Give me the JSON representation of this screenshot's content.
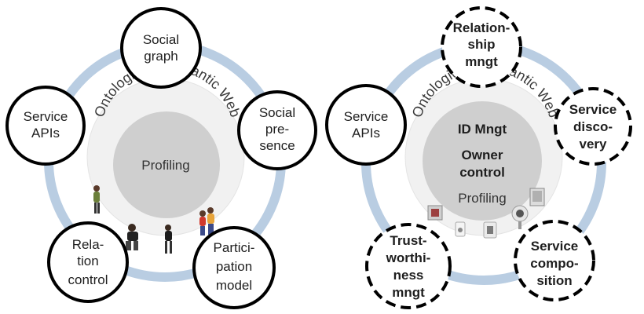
{
  "colors": {
    "ring": "#b9cde2",
    "halo": "#f1f1f1",
    "core": "#cfcfcf",
    "node_stroke": "#000000",
    "node_fill": "#ffffff",
    "text": "#1e1e1e"
  },
  "left": {
    "arc_text": "Ontologies - Semantic Web",
    "core_label": "Profiling",
    "nodes": {
      "social_graph": [
        "Social",
        "graph"
      ],
      "social_presence": [
        "Social",
        "pre-",
        "sence"
      ],
      "service_apis": [
        "Service",
        "APIs"
      ],
      "relation_control": [
        "Rela-",
        "tion",
        "control"
      ],
      "participation_model": [
        "Partici-",
        "pation",
        "model"
      ]
    }
  },
  "right": {
    "arc_text": "Ontologies - Semantic Web",
    "core_lines": [
      "ID Mngt",
      "Owner",
      "control",
      "Profiling"
    ],
    "nodes": {
      "relationship_mngt": [
        "Relation-",
        "ship",
        "mngt"
      ],
      "service_discovery": [
        "Service",
        "disco-",
        "very"
      ],
      "service_apis": [
        "Service",
        "APIs"
      ],
      "trustworthiness_mngt": [
        "Trust-",
        "worthi-",
        "ness",
        "mngt"
      ],
      "service_composition": [
        "Service",
        "compo-",
        "sition"
      ]
    }
  },
  "icons": [
    "person-icon",
    "person-icon",
    "person-icon",
    "person-icon",
    "device-icon",
    "device-icon",
    "device-icon",
    "device-icon",
    "device-icon"
  ]
}
